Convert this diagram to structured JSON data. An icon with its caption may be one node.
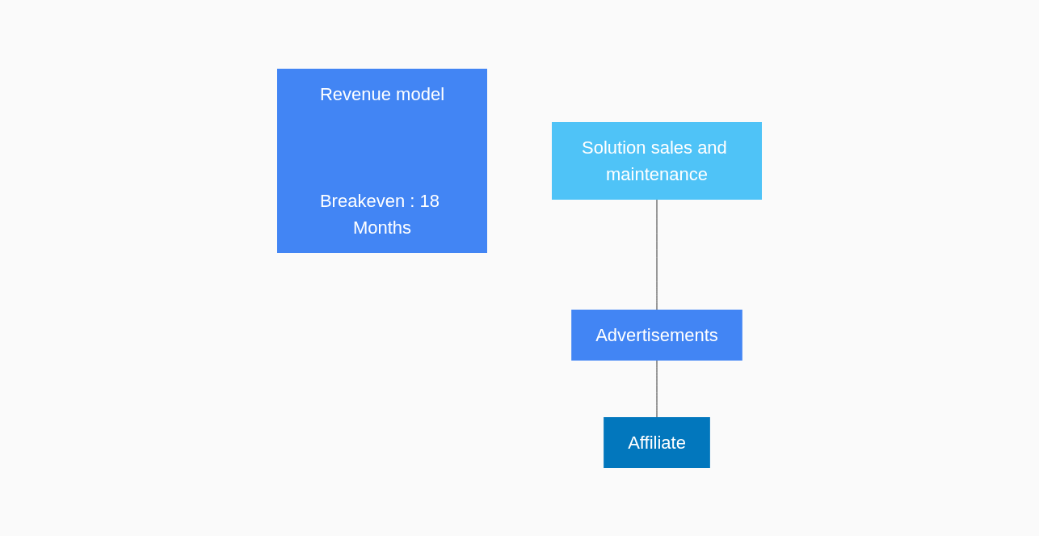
{
  "diagram": {
    "nodes": [
      {
        "text": [
          "Revenue model",
          "Breakeven : 18 Months"
        ]
      },
      {
        "text": [
          "Solution sales and maintenance"
        ]
      },
      {
        "text": [
          "Advertisements"
        ]
      },
      {
        "text": [
          "Affiliate"
        ]
      }
    ],
    "edges": [
      {
        "from": 1,
        "to": 2,
        "arrow": "none"
      },
      {
        "from": 2,
        "to": 3,
        "arrow": "none"
      }
    ]
  }
}
